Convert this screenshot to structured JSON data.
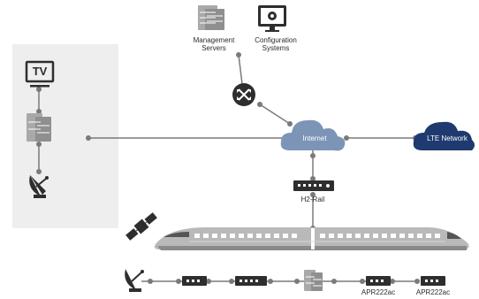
{
  "labels": {
    "management_servers": [
      "Management",
      "Servers"
    ],
    "configuration_systems": [
      "Configuration",
      "Systems"
    ],
    "internet": "Internet",
    "lte_network": "LTE Network",
    "h2_rail": "H2-Rail",
    "tv": "TV",
    "apr_left": "APR222ac",
    "apr_right": "APR222ac"
  },
  "colors": {
    "line": "#7a7a7a",
    "icon": "#2e2e2e",
    "server": "#a9a9a9",
    "panel": "#eeeeee",
    "internet_cloud": "#7c95b7",
    "lte_cloud": "#1f3a6e"
  },
  "icons": [
    "server-rack-icon",
    "monitor-gear-icon",
    "router-icon",
    "tv-icon",
    "satellite-dish-icon",
    "satellite-icon",
    "switch-icon",
    "train-icon"
  ]
}
